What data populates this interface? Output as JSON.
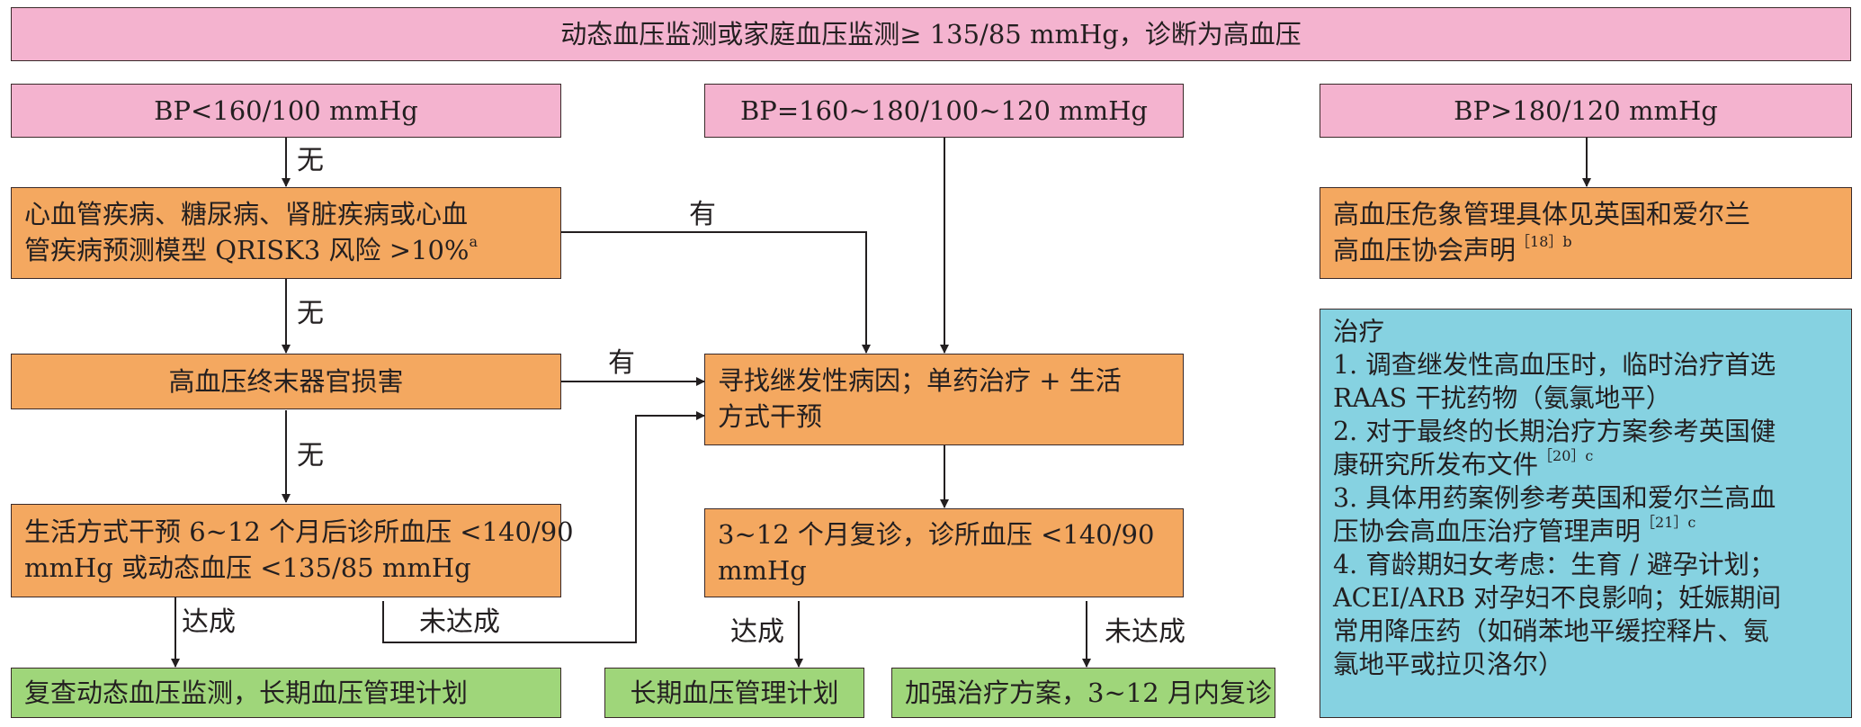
{
  "title_box": "动态血压监测或家庭血压监测≥ 135/85 mmHg，诊断为高血压",
  "branches": {
    "low": "BP<160/100 mmHg",
    "mid": "BP=160~180/100~120 mmHg",
    "high": "BP>180/120 mmHg"
  },
  "risk_box": {
    "line1": "心血管疾病、糖尿病、肾脏疾病或心血",
    "line2": "管疾病预测模型 QRISK3 风险 >10%",
    "sup": "a"
  },
  "organ_box": "高血压终末器官损害",
  "lifestyle_box": {
    "line1": "生活方式干预 6~12 个月后诊所血压 <140/90",
    "line2": "mmHg 或动态血压 <135/85 mmHg"
  },
  "secondary_box": {
    "line1": "寻找继发性病因；单药治疗 + 生活",
    "line2": "方式干预"
  },
  "followup_box": {
    "line1": "3~12 个月复诊，诊所血压 <140/90",
    "line2": "mmHg"
  },
  "crisis_box": {
    "line1": "高血压危象管理具体见英国和爱尔兰",
    "line2": "高血压协会声明",
    "sup": "［18］b"
  },
  "treatment_box": {
    "title": "治疗",
    "l1": "1. 调查继发性高血压时，临时治疗首选",
    "l2": "RAAS 干扰药物（氨氯地平）",
    "l3": "2. 对于最终的长期治疗方案参考英国健",
    "l4": "康研究所发布文件",
    "l4_sup": "［20］c",
    "l5": "3. 具体用药案例参考英国和爱尔兰高血",
    "l6": "压协会高血压治疗管理声明",
    "l6_sup": "［21］c",
    "l7": "4. 育龄期妇女考虑：生育 / 避孕计划；",
    "l8": "ACEI/ARB 对孕妇不良影响；妊娠期间",
    "l9": "常用降压药（如硝苯地平缓控释片、氨",
    "l10": "氯地平或拉贝洛尔）"
  },
  "outcomes": {
    "recheck": "复查动态血压监测，长期血压管理计划",
    "longterm": "长期血压管理计划",
    "intensify": "加强治疗方案，3~12 月内复诊"
  },
  "edge_labels": {
    "no_1": "无",
    "no_2": "无",
    "no_3": "无",
    "yes_1": "有",
    "yes_2": "有",
    "achieved_1": "达成",
    "not_achieved_1": "未达成",
    "achieved_2": "达成",
    "not_achieved_2": "未达成"
  },
  "colors": {
    "pink": "#f4b3cf",
    "orange": "#f4a860",
    "green": "#9fd67a",
    "cyan": "#86d2e1",
    "line": "#231f20"
  }
}
